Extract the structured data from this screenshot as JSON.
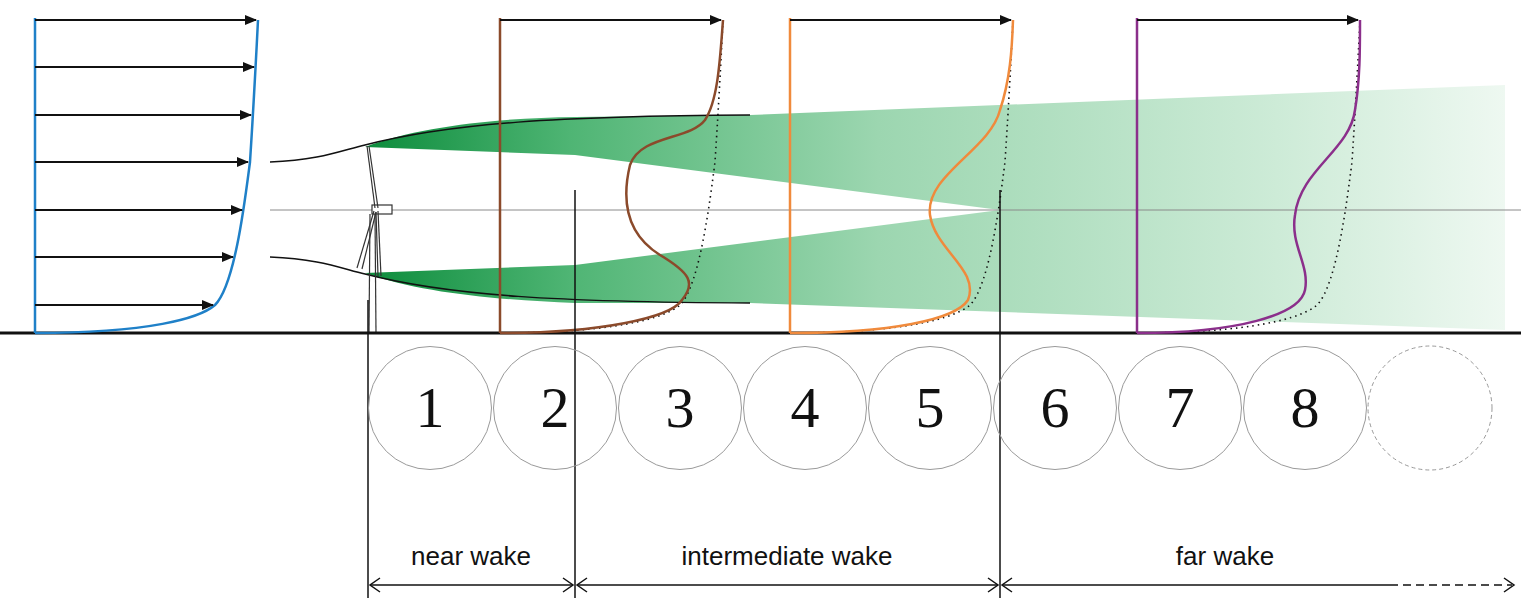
{
  "diagram": {
    "nodes": [
      {
        "text": [
          "1"
        ]
      },
      {
        "text": [
          "2"
        ]
      },
      {
        "text": [
          "3"
        ]
      },
      {
        "text": [
          "4"
        ]
      },
      {
        "text": [
          "5"
        ]
      },
      {
        "text": [
          "6"
        ]
      },
      {
        "text": [
          "7"
        ]
      },
      {
        "text": [
          "8"
        ]
      }
    ],
    "labels": [
      "near wake",
      "intermediate wake",
      "far wake"
    ]
  }
}
